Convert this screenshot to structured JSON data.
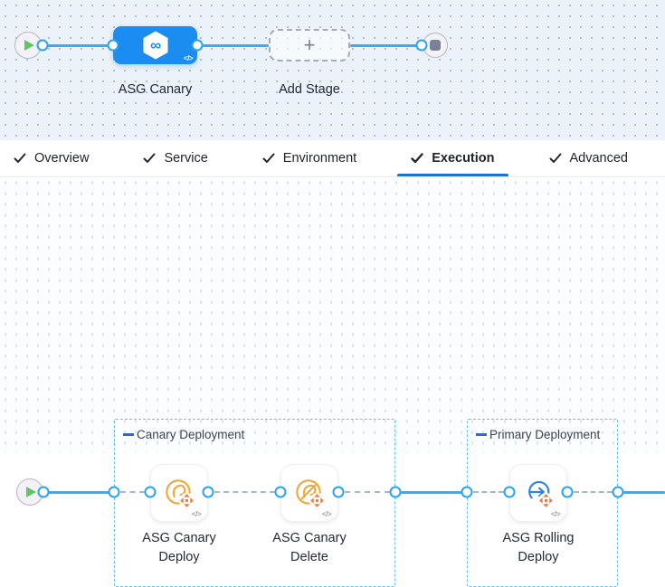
{
  "stage_graph": {
    "stage_label": "ASG Canary",
    "add_stage_label": "Add Stage",
    "plus_glyph": "+",
    "code_badge": "</>"
  },
  "tabs": [
    {
      "label": "Overview"
    },
    {
      "label": "Service"
    },
    {
      "label": "Environment"
    },
    {
      "label": "Execution"
    },
    {
      "label": "Advanced"
    }
  ],
  "active_tab": "Execution",
  "execution": {
    "groups": [
      {
        "title": "Canary Deployment"
      },
      {
        "title": "Primary Deployment"
      }
    ],
    "steps": [
      {
        "lines": [
          "ASG Canary",
          "Deploy"
        ],
        "icon": "asg-canary-deploy-icon"
      },
      {
        "lines": [
          "ASG Canary",
          "Delete"
        ],
        "icon": "asg-canary-delete-icon"
      },
      {
        "lines": [
          "ASG Rolling",
          "Deploy"
        ],
        "icon": "asg-rolling-deploy-icon"
      }
    ],
    "code_badge": "</>"
  },
  "colors": {
    "stage_node_blue": "#1b8cf0",
    "flow_line_blue": "#38abf3",
    "tab_underline_blue": "#1b72d0",
    "group_border_blue": "#63c1f6",
    "group_dash_blue": "#2c6cd4",
    "step_icon_orange": "#f0a835",
    "arrows_cluster_orange": "#ec7a3c",
    "rolling_icon_blue": "#2f80ed",
    "play_green": "#63c464",
    "stop_gray": "#7b8194",
    "canvas_top_bg": "#ebf2f9",
    "canvas_bottom_bg": "#fcfdff"
  }
}
